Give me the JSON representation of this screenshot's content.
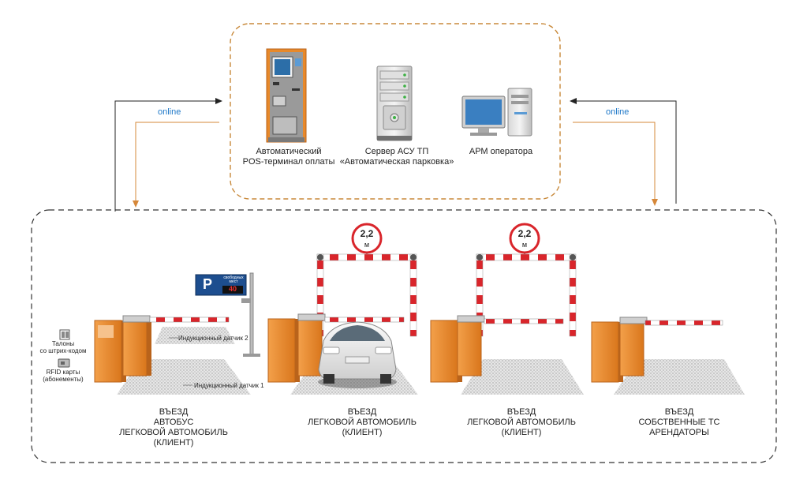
{
  "top_panel": {
    "pos_terminal_label": "Автоматический\nPOS-терминал оплаты",
    "server_label": "Сервер АСУ ТП\n«Автоматическая парковка»",
    "arm_label": "АРМ оператора",
    "online_left": "online",
    "online_right": "online"
  },
  "colors": {
    "orange": "#e8892a",
    "barrier_red": "#d9252b",
    "frame_dash": "#333333",
    "top_dash": "#c8893a",
    "online_text": "#1f78c8",
    "display_blue": "#1d4e8f"
  },
  "height_sign_1": {
    "value": "2,2",
    "unit": "м"
  },
  "height_sign_2": {
    "value": "2,2",
    "unit": "м"
  },
  "parking_sign": {
    "letter": "P",
    "text": "свободных мест",
    "count": "40"
  },
  "sensors": {
    "sensor_2": "Индукционный датчик 2",
    "sensor_1": "Индукционный датчик 1"
  },
  "card_items": {
    "barcode": "Талоны\nсо штрих-кодом",
    "rfid": "RFID карты\n(абонементы)"
  },
  "lanes": [
    {
      "label": "ВЪЕЗД\nАВТОБУС\nЛЕГКОВОЙ АВТОМОБИЛЬ\n(КЛИЕНТ)"
    },
    {
      "label": "ВЪЕЗД\nЛЕГКОВОЙ АВТОМОБИЛЬ\n(КЛИЕНТ)"
    },
    {
      "label": "ВЪЕЗД\nЛЕГКОВОЙ АВТОМОБИЛЬ\n(КЛИЕНТ)"
    },
    {
      "label": "ВЪЕЗД\nСОБСТВЕННЫЕ ТС\nАРЕНДАТОРЫ"
    }
  ]
}
